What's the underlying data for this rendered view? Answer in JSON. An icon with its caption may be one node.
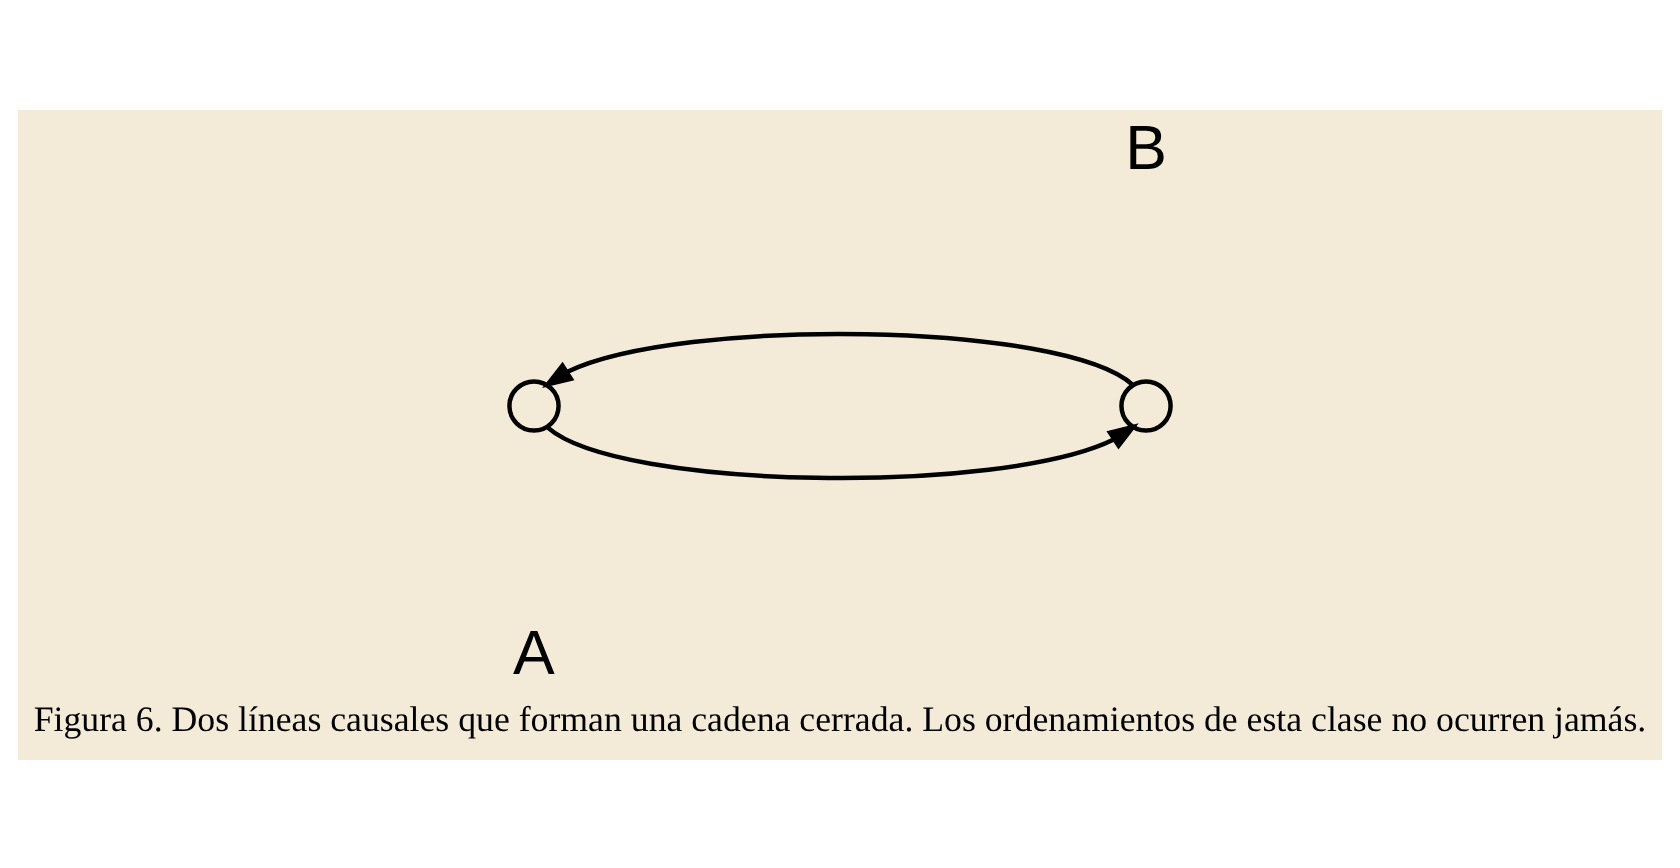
{
  "diagram": {
    "caption": "Figura 6. Dos líneas causales que forman una cadena cerrada. Los ordenamientos de esta clase no ocurren jamás.",
    "nodes": [
      {
        "text": [],
        "shape": "circle",
        "beside": [
          "A"
        ]
      },
      {
        "text": [],
        "shape": "circle",
        "beside": [
          "B"
        ]
      }
    ],
    "edges": [
      {
        "from": 0,
        "to": 1,
        "arrow": "to"
      },
      {
        "from": 1,
        "to": 0,
        "arrow": "to"
      }
    ]
  }
}
